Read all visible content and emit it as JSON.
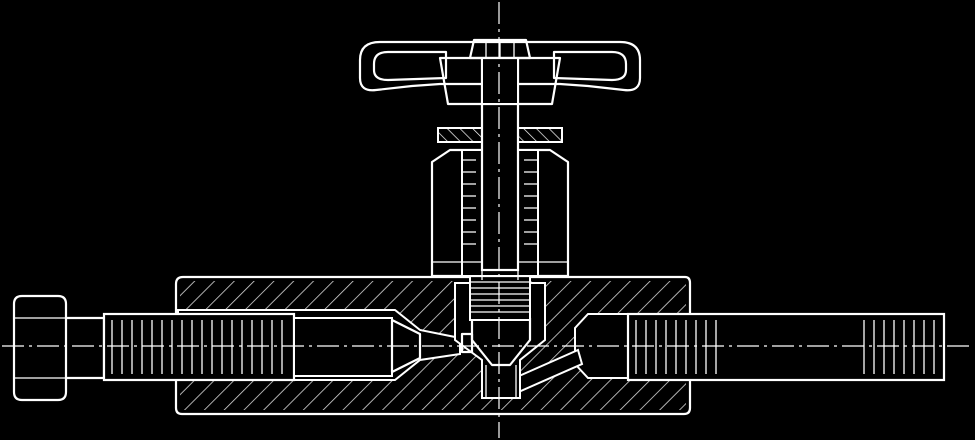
{
  "figure": {
    "kind": "engineering-cross-section",
    "subject": "needle-valve-assembly",
    "background_color": "#000000",
    "line_color": "#ffffff",
    "parts": [
      "handwheel",
      "handwheel-hub",
      "spindle",
      "gland-flange",
      "bonnet",
      "valve-body",
      "valve-seat",
      "hex-bolt",
      "threaded-inlet-stud",
      "threaded-outlet-stud",
      "outlet-drill-passage"
    ]
  }
}
